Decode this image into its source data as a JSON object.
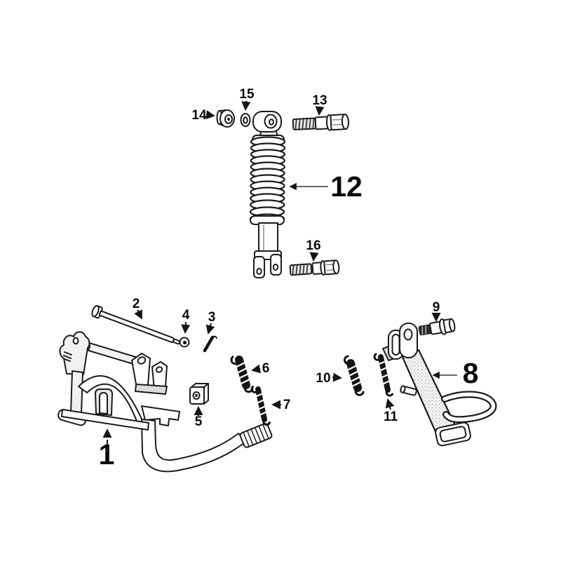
{
  "diagram": {
    "background_color": "#ffffff",
    "line_color": "#1b1b1b",
    "label_color": "#0a0a0a",
    "shade_color": "#dcdcdc",
    "part_labels": {
      "p1": "1",
      "p2": "2",
      "p3": "3",
      "p4": "4",
      "p5": "5",
      "p6": "6",
      "p7": "7",
      "p8": "8",
      "p9": "9",
      "p10": "10",
      "p11": "11",
      "p12": "12",
      "p13": "13",
      "p14": "14",
      "p15": "15",
      "p16": "16"
    }
  }
}
